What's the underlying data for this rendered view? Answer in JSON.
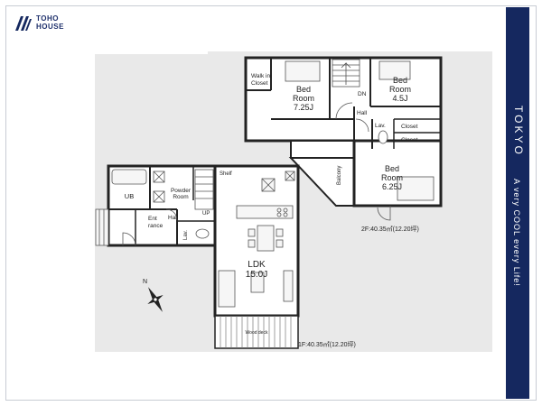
{
  "brand": {
    "line1": "TOHO",
    "line2": "HOUSE",
    "accent_color": "#15285f"
  },
  "sidebar": {
    "city": "TOKYO",
    "slogan": "A very COOL every Life!"
  },
  "floor2": {
    "walk_in_closet": [
      "Walk in",
      "Closet"
    ],
    "bedroom_a": [
      "Bed",
      "Room",
      "7.25J"
    ],
    "bedroom_b": [
      "Bed",
      "Room",
      "4.5J"
    ],
    "bedroom_c": [
      "Bed",
      "Room",
      "6.25J"
    ],
    "hall": "Hall",
    "dn": "DN",
    "lav": "Lav.",
    "closet_1": "Closet",
    "closet_2": "Closet",
    "balcony": "Balcony",
    "area": "2F:40.35㎡(12.20坪)"
  },
  "floor1": {
    "ub": "UB",
    "powder_room": [
      "Powder",
      "Room"
    ],
    "entrance": [
      "Ent",
      "rance"
    ],
    "hall": "Hall",
    "up": "UP",
    "lav": "Lav.",
    "shelf": "Shelf",
    "ldk": [
      "LDK",
      "15.0J"
    ],
    "wood_deck": "Wood deck",
    "area": "1F:40.35㎡(12.20坪)"
  },
  "compass": {
    "label": "N"
  }
}
